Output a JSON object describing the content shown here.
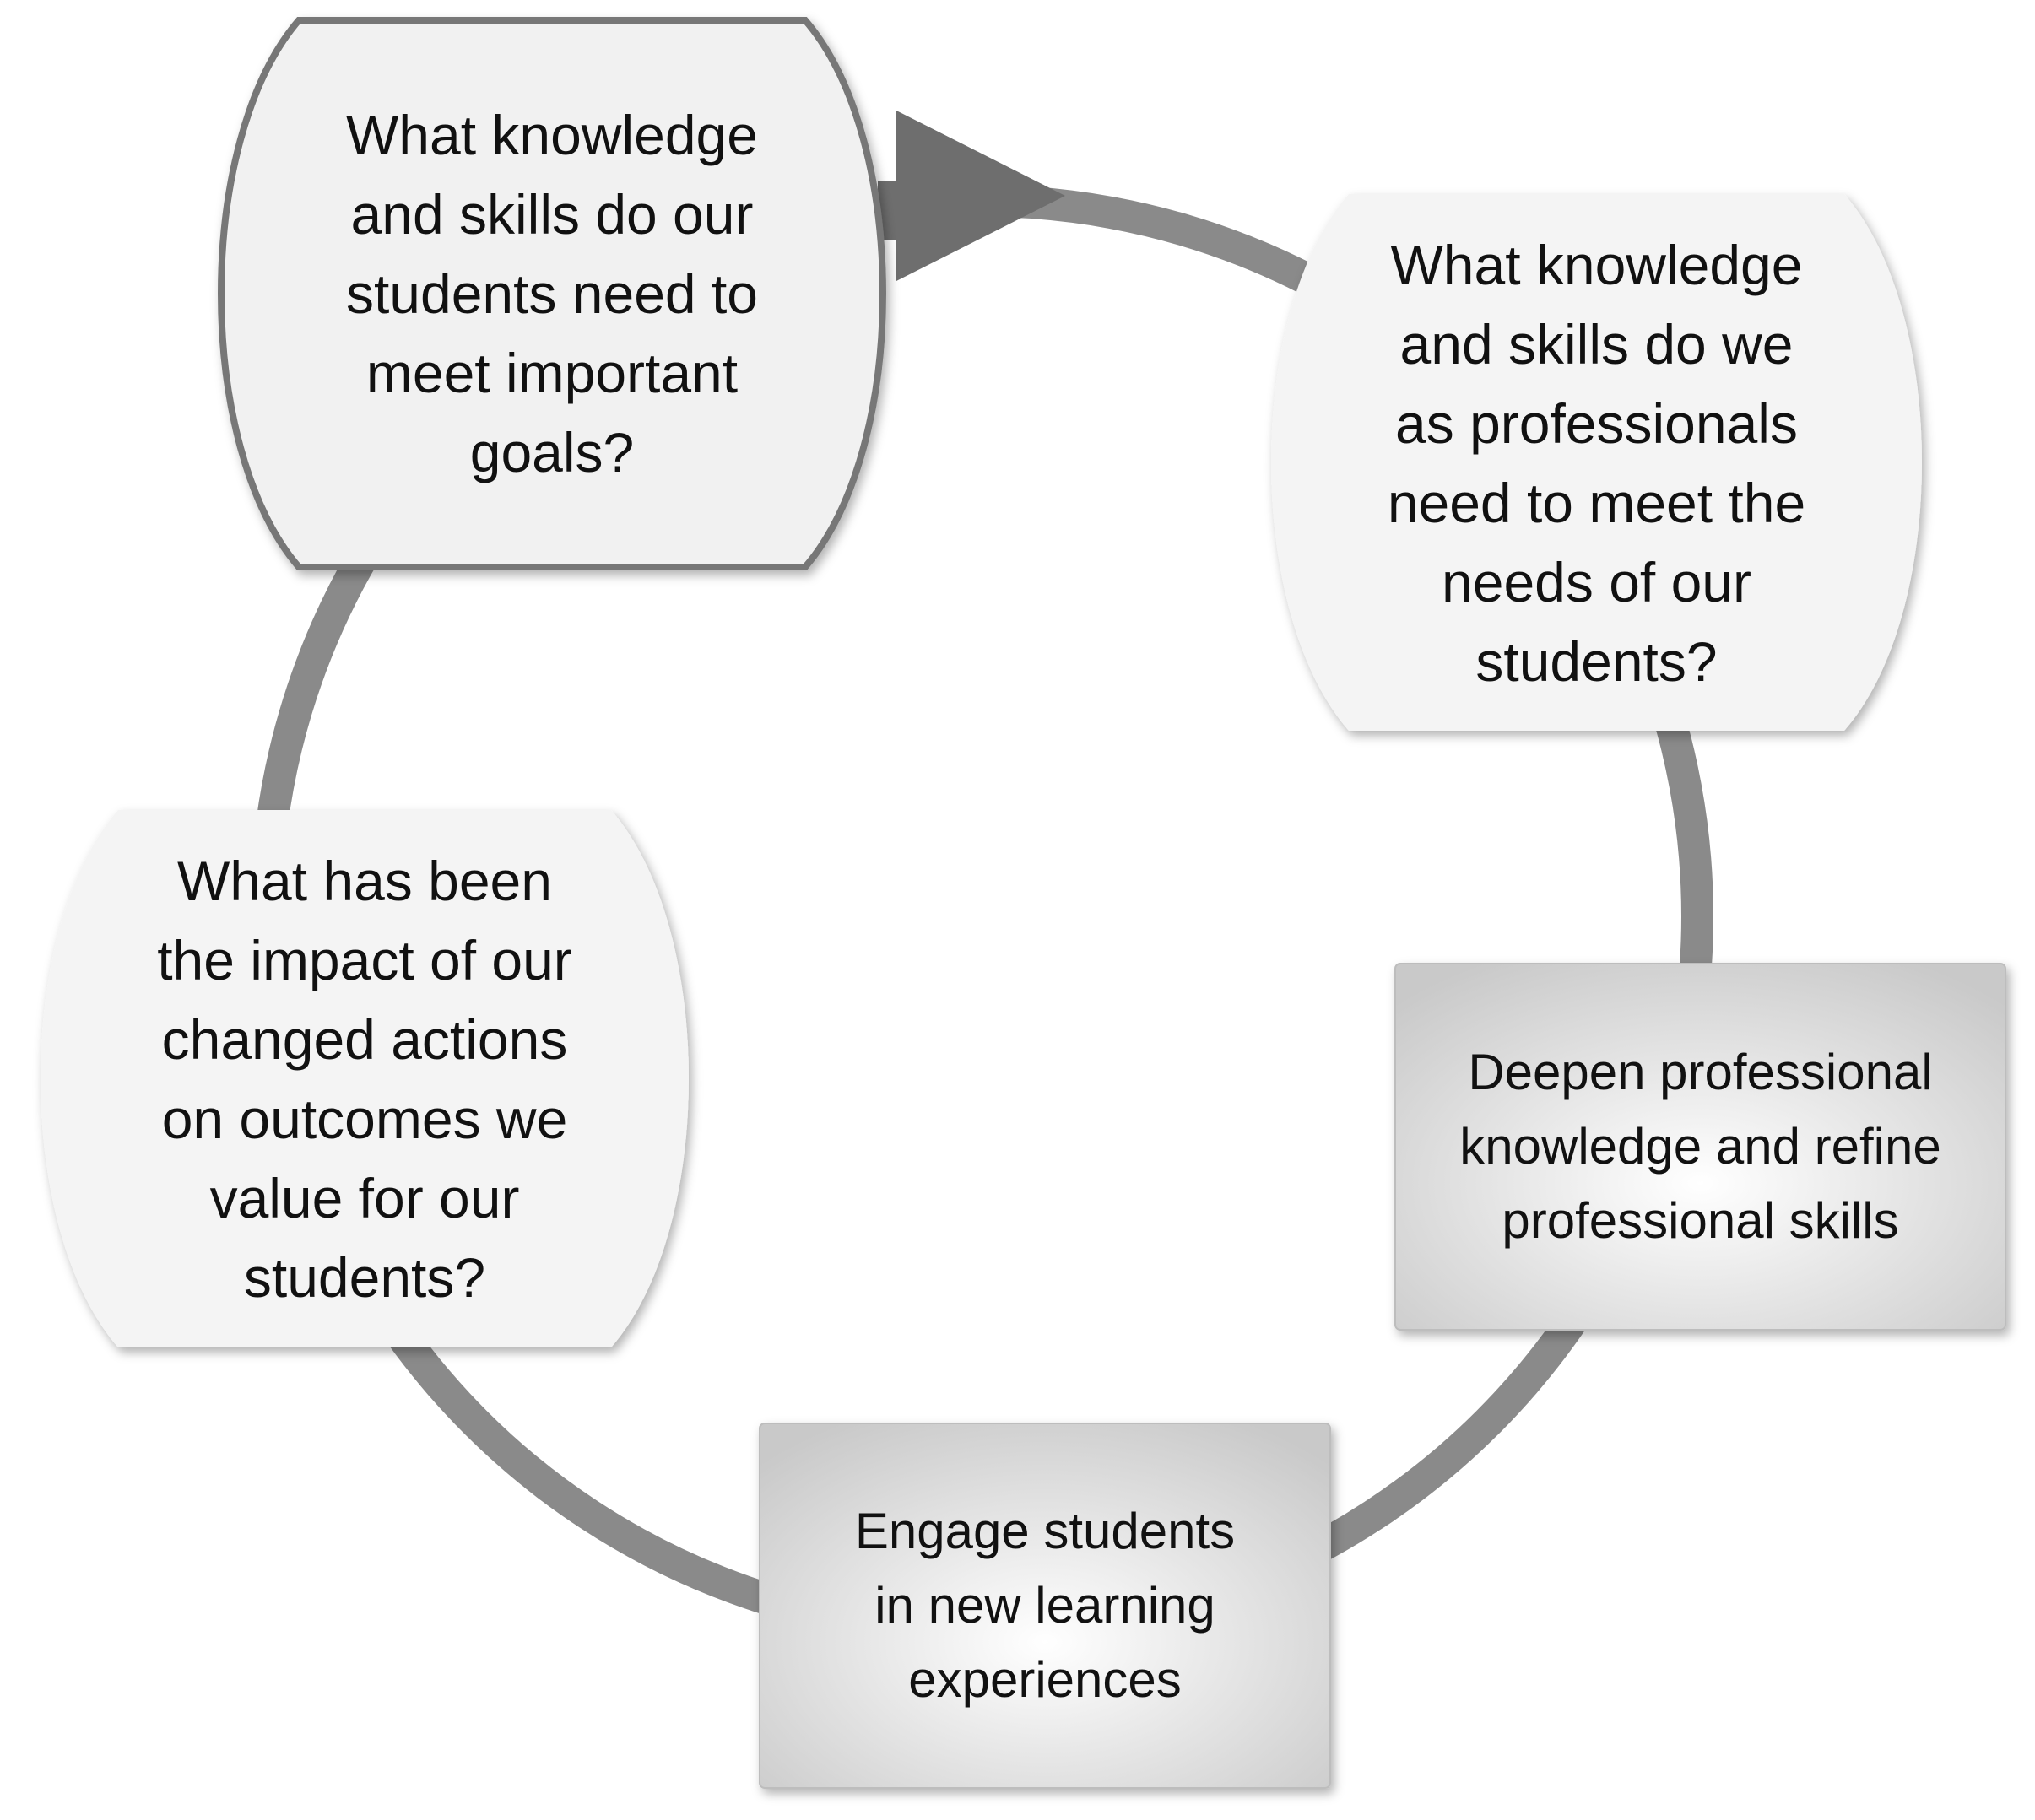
{
  "nodes": [
    {
      "id": "students-goals",
      "lines": [
        "What knowledge",
        "and skills do our",
        "students need to",
        "meet important",
        "goals?"
      ]
    },
    {
      "id": "professional-needs",
      "lines": [
        "What knowledge",
        "and skills do we",
        "as professionals",
        "need to meet the",
        "needs of our",
        "students?"
      ]
    },
    {
      "id": "deepen",
      "lines": [
        "Deepen professional",
        "knowledge and refine",
        "professional skills"
      ]
    },
    {
      "id": "engage",
      "lines": [
        "Engage students",
        "in new learning",
        "experiences"
      ]
    },
    {
      "id": "impact",
      "lines": [
        "What has been",
        "the impact of our",
        "changed actions",
        "on outcomes we",
        "value for our",
        "students?"
      ]
    }
  ],
  "colors": {
    "cycle": "#8a8a8a",
    "border": "#777777",
    "fill": "#f1f1f1",
    "rect": "#d8d8d8"
  }
}
